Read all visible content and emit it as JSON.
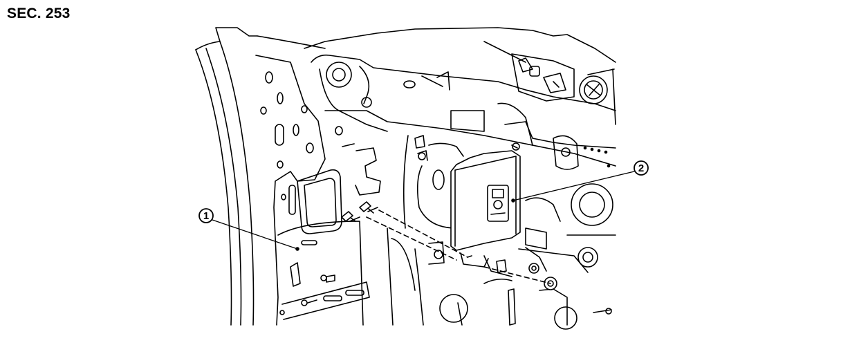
{
  "section_label": "SEC. 253",
  "callouts": [
    {
      "number": "1",
      "part_icon": "body-panel"
    },
    {
      "number": "2",
      "part_icon": "control-unit-module"
    }
  ],
  "colors": {
    "line": "#000000",
    "background": "#ffffff"
  }
}
